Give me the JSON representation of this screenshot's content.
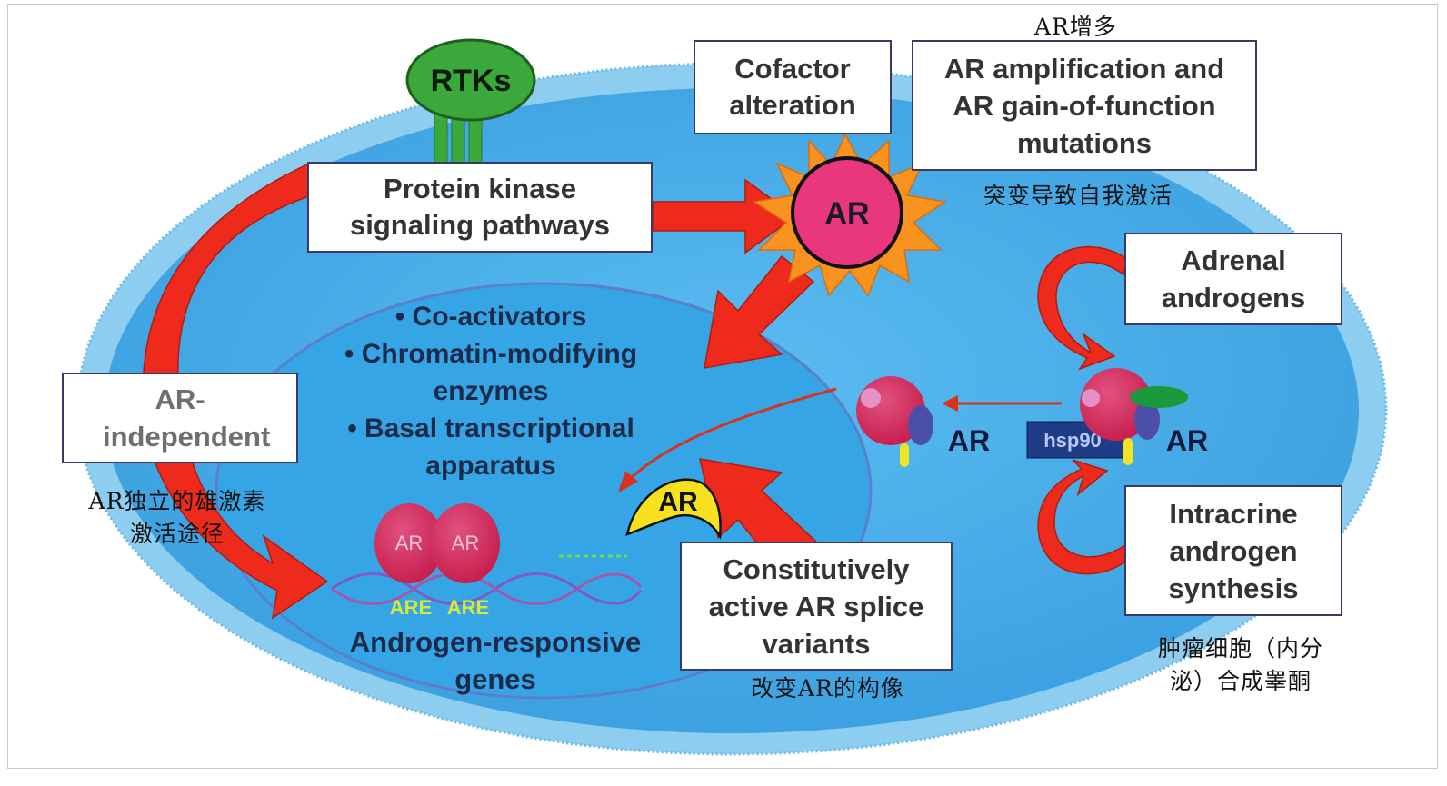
{
  "labels": {
    "rtks": "RTKs",
    "cofactor": "Cofactor alteration",
    "ar_amp": "AR amplification and AR gain-of-function mutations",
    "protein_kinase": "Protein kinase signaling pathways",
    "ar_star": "AR",
    "adrenal": "Adrenal androgens",
    "ar_independent": "AR-independent",
    "intracrine": "Intracrine androgen synthesis",
    "constitutive": "Constitutively active AR splice variants",
    "ar_middle": "AR",
    "ar_right": "AR",
    "hsp90": "hsp90",
    "ar_dimer_1": "AR",
    "ar_dimer_2": "AR",
    "are_1": "ARE",
    "are_2": "ARE",
    "ar_variant": "AR",
    "genes": "Androgen-responsive genes"
  },
  "nucleus_list": [
    "• Co-activators",
    "• Chromatin-modifying",
    "enzymes",
    "• Basal transcriptional",
    "apparatus"
  ],
  "annotations": {
    "ar_increase": "AR增多",
    "mutation_self_activation": "突变导致自我激活",
    "ar_independent_cn_1": "AR独立的雄激素",
    "ar_independent_cn_2": "激活途径",
    "conformation_change": "改变AR的构像",
    "tumor_cell_cn_1": "肿瘤细胞（内分",
    "tumor_cell_cn_2": "泌）合成睾酮"
  },
  "colors": {
    "cell_fill": "#49aee6",
    "cell_rim": "#84c9ee",
    "nucleus_fill": "#2f9fe4",
    "arrow_red": "#ee2a1c",
    "rtk_green": "#3aa83a",
    "ar_pink": "#e8377c",
    "star_orange": "#f7931e",
    "hsp90_navy": "#1f3c86",
    "variant_yellow": "#f6e11e"
  }
}
